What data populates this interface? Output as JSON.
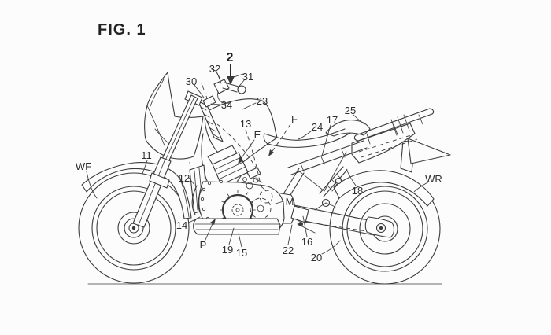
{
  "figure": {
    "title": "FIG. 1",
    "kind": "patent line drawing, motorcycle left side view"
  },
  "labels": {
    "fig_title": "FIG. 1",
    "n2": "2",
    "n30": "30",
    "n31": "31",
    "n32": "32",
    "n34": "34",
    "n23": "23",
    "n13": "13",
    "e": "E",
    "f": "F",
    "n24": "24",
    "n17": "17",
    "n25": "25",
    "wf": "WF",
    "n11": "11",
    "n12": "12",
    "n14": "14",
    "m": "M",
    "p": "P",
    "n19": "19",
    "n15": "15",
    "n22": "22",
    "n16": "16",
    "n20": "20",
    "n18": "18",
    "wr": "WR"
  },
  "colors": {
    "ink": "#3a3a3a",
    "paper": "#fcfcfc"
  }
}
